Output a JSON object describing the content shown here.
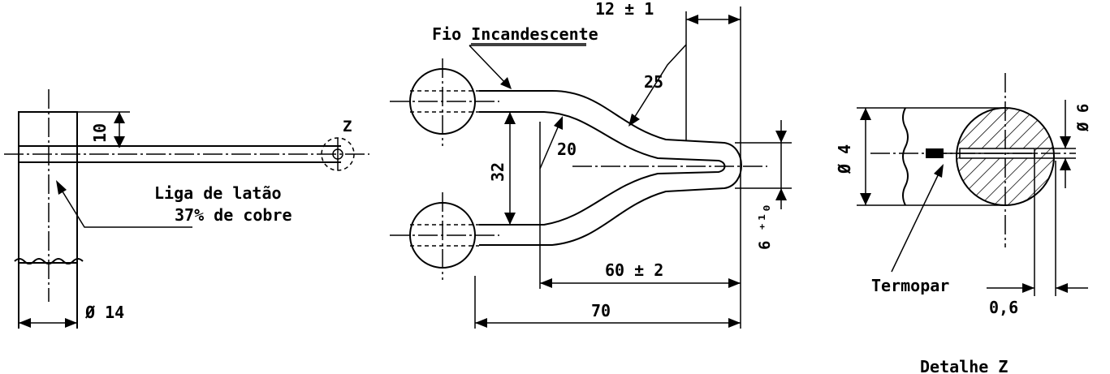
{
  "labels": {
    "dim_12": "12 ± 1",
    "fio": "Fio Incandescente",
    "dim_25": "25",
    "dim_10": "10",
    "z": "Z",
    "dim_20": "20",
    "dim_32": "32",
    "liga_1": "Liga de latão",
    "liga_2": "37% de cobre",
    "dim_14": "Ø 14",
    "dim_60": "60 ± 2",
    "dim_70": "70",
    "dim_6_tol": "6 ⁺¹₀",
    "dim_4": "Ø 4",
    "dim_6": "Ø 6",
    "termopar": "Termopar",
    "dim_06": "0,6",
    "detalhe": "Detalhe Z"
  }
}
